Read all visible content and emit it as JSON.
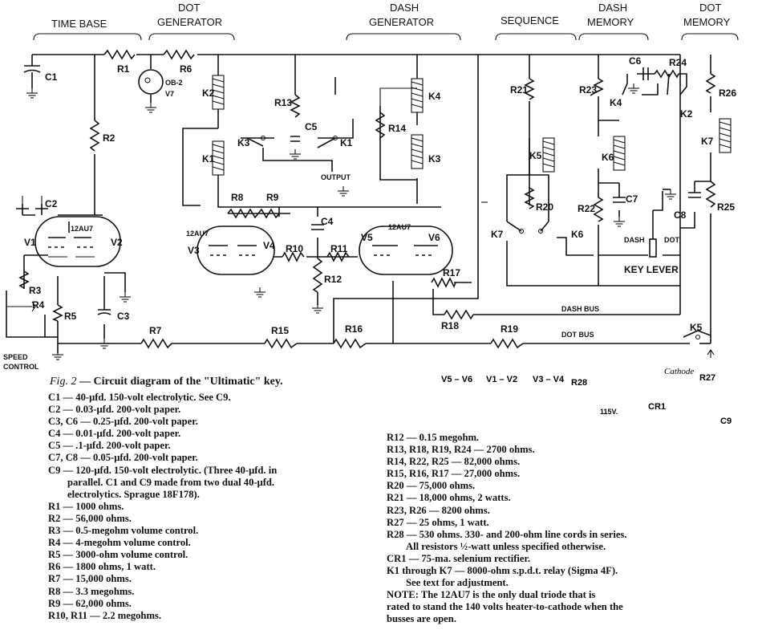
{
  "sections": [
    "TIME BASE",
    "DOT",
    "GENERATOR",
    "DASH",
    "GENERATOR",
    "SEQUENCE",
    "DASH",
    "MEMORY",
    "DOT",
    "MEMORY"
  ],
  "labels": {
    "c1": "C1",
    "r1": "R1",
    "r6": "R6",
    "tube_type": "OB-2",
    "v7": "V7",
    "r2": "R2",
    "k2a": "K2",
    "k1a": "K1",
    "r13": "R13",
    "c5": "C5",
    "k3": "K3",
    "k1b": "K1",
    "output": "OUTPUT",
    "r14": "R14",
    "k4a": "K4",
    "k3b": "K3",
    "r21": "R21",
    "k5a": "K5",
    "r20": "R20",
    "k7a": "K7",
    "k6a": "K6",
    "r23": "R23",
    "k4b": "K4",
    "c6": "C6",
    "r24": "R24",
    "k2b": "K2",
    "r26": "R26",
    "k7b": "K7",
    "k6b": "K6",
    "r22": "R22",
    "c7": "C7",
    "c8": "C8",
    "r25": "R25",
    "c2": "C2",
    "tube1": "12AU7",
    "v1": "V1",
    "v2": "V2",
    "r8": "R8",
    "r9": "R9",
    "tube2": "12AU7",
    "v3": "V3",
    "v4": "V4",
    "c4": "C4",
    "r10": "R10",
    "r11": "R11",
    "tube3": "12AU7",
    "v5": "V5",
    "v6": "V6",
    "r17": "R17",
    "r12": "R12",
    "r3": "R3",
    "r4": "R4",
    "r5": "R5",
    "c3": "C3",
    "r7": "R7",
    "r15": "R15",
    "r16": "R16",
    "r18": "R18",
    "r19": "R19",
    "dash_bus": "DASH BUS",
    "dot_bus": "DOT BUS",
    "k5b": "K5",
    "dash": "DASH",
    "dot": "DOT",
    "key_lever": "KEY LEVER",
    "speed": "SPEED",
    "control": "CONTROL",
    "h1": "V5 – V6",
    "h2": "V1 – V2",
    "h3": "V3 – V4",
    "r28": "R28",
    "cathode": "Cathode",
    "r27": "R27",
    "cr1": "CR1",
    "v115": "115V.",
    "c9": "C9"
  },
  "caption": {
    "fig": "Fig. 2",
    "text": " — Circuit diagram of the \"Ultimatic\" key."
  },
  "parts_left": [
    "C1 — 40-μfd. 150-volt electrolytic. See C9.",
    "C2 — 0.03-μfd. 200-volt paper.",
    "C3, C6 — 0.25-μfd. 200-volt paper.",
    "C4 — 0.01-μfd. 200-volt paper.",
    "C5 — .1-μfd. 200-volt paper.",
    "C7, C8 — 0.05-μfd. 200-volt paper.",
    "C9 — 120-μfd. 150-volt electrolytic. (Three 40-μfd. in",
    "parallel. C1 and C9 made from two dual 40-μfd.",
    "electrolytics. Sprague 18F178).",
    "R1 — 1000 ohms.",
    "R2 — 56,000 ohms.",
    "R3 — 0.5-megohm volume control.",
    "R4 — 4-megohm volume control.",
    "R5 — 3000-ohm volume control.",
    "R6 — 1800 ohms, 1 watt.",
    "R7 — 15,000 ohms.",
    "R8 — 3.3 megohms.",
    "R9 — 62,000 ohms.",
    "R10, R11 — 2.2 megohms."
  ],
  "parts_right": [
    "R12 — 0.15 megohm.",
    "R13, R18, R19, R24 — 2700 ohms.",
    "R14, R22, R25 — 82,000 ohms.",
    "R15, R16, R17 — 27,000 ohms.",
    "R20 — 75,000 ohms.",
    "R21 — 18,000 ohms, 2 watts.",
    "R23, R26 — 8200 ohms.",
    "R27 — 25 ohms, 1 watt.",
    "R28 — 530 ohms. 330- and 200-ohm line cords in series.",
    "All resistors ½-watt unless specified otherwise.",
    "CR1 — 75-ma. selenium rectifier.",
    "K1 through K7 — 8000-ohm s.p.d.t. relay (Sigma 4F).",
    "See text for adjustment.",
    "NOTE: The 12AU7 is the only dual triode that is",
    "rated to stand the 140 volts heater-to-cathode when the",
    "busses are open."
  ]
}
